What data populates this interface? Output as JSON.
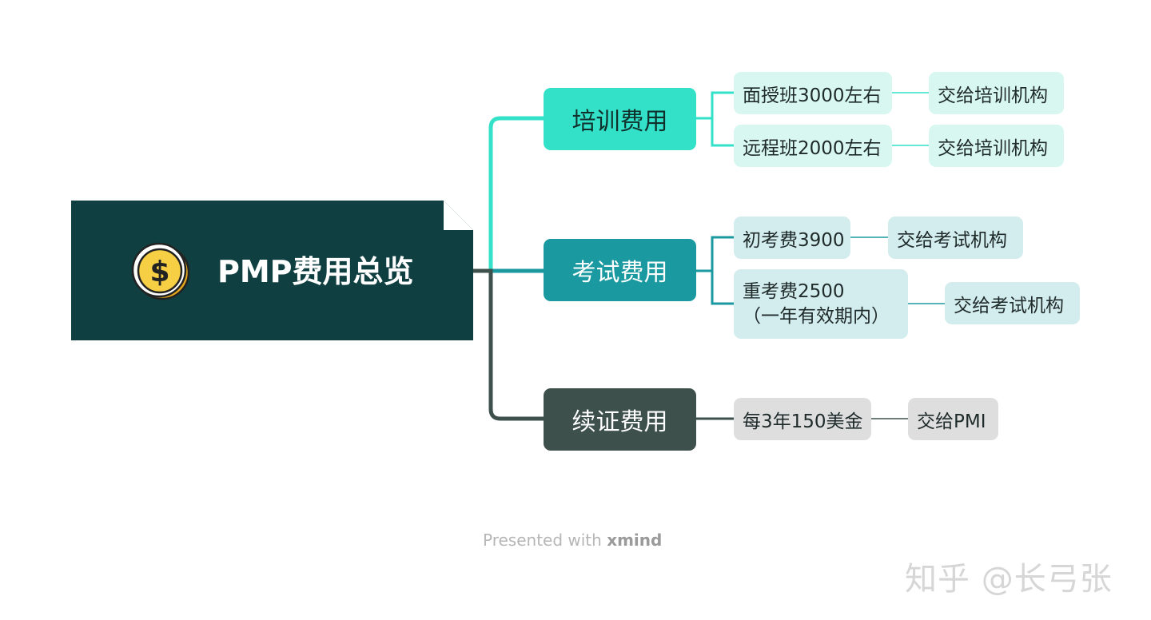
{
  "root": {
    "title": "PMP费用总览",
    "icon": "dollar-coin-icon"
  },
  "colors": {
    "root_bg": "#0f3f40",
    "branch_training": "#33e0c8",
    "branch_exam": "#1a9aa0",
    "branch_renewal": "#3d504c"
  },
  "branches": [
    {
      "label": "培训费用",
      "items": [
        {
          "text": "面授班3000左右",
          "payee": "交给培训机构"
        },
        {
          "text": "远程班2000左右",
          "payee": "交给培训机构"
        }
      ]
    },
    {
      "label": "考试费用",
      "items": [
        {
          "text": "初考费3900",
          "payee": "交给考试机构"
        },
        {
          "text": "重考费2500",
          "text_line2": "（一年有效期内）",
          "payee": "交给考试机构"
        }
      ]
    },
    {
      "label": "续证费用",
      "items": [
        {
          "text": "每3年150美金",
          "payee": "交给PMI"
        }
      ]
    }
  ],
  "footer": {
    "presented_prefix": "Presented with",
    "presented_brand": "xmind",
    "watermark": "知乎 @长弓张"
  }
}
